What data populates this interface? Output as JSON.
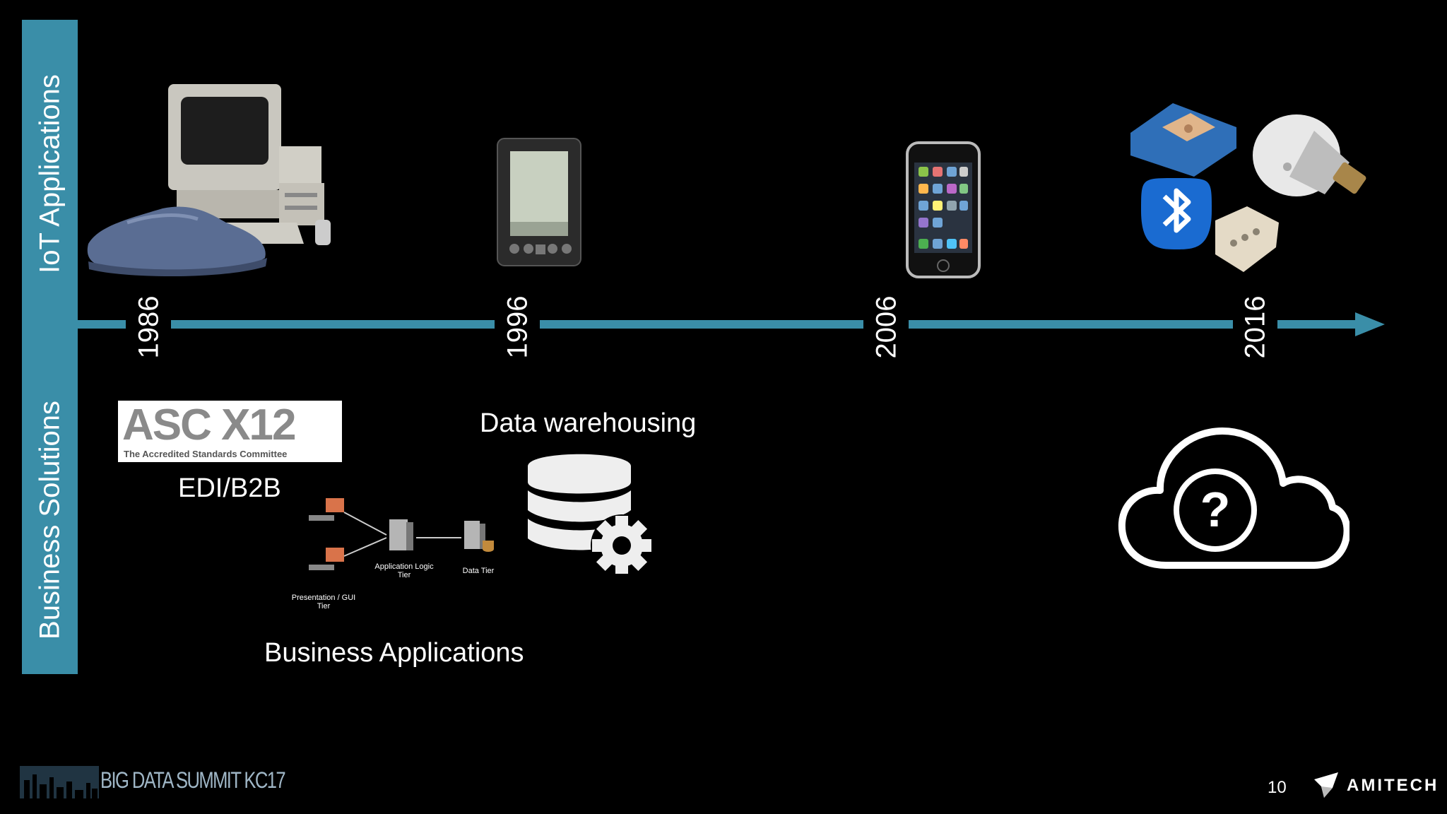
{
  "sidebar": {
    "top_label": "IoT Applications",
    "bottom_label": "Business Solutions",
    "color": "#3a8ea8"
  },
  "timeline": {
    "years": [
      "1986",
      "1996",
      "2006",
      "2016"
    ],
    "color": "#3a8ea8"
  },
  "iot_items": [
    {
      "icon": "vintage-computer-and-sneaker-image"
    },
    {
      "icon": "palm-pda-image"
    },
    {
      "icon": "iphone-image"
    },
    {
      "icon": "iot-devices-bluetooth-bulb-image"
    }
  ],
  "business": {
    "asc_logo_main": "ASC X12",
    "asc_logo_sub": "The Accredited Standards Committee",
    "edi_label": "EDI/B2B",
    "three_tier": {
      "presentation_label": "Presentation / GUI Tier",
      "logic_label": "Application Logic Tier",
      "data_label": "Data Tier"
    },
    "business_apps_label": "Business Applications",
    "warehousing_label": "Data warehousing",
    "cloud_icon": "cloud-question-icon",
    "database_icon": "database-gear-icon"
  },
  "footer": {
    "event_logo": "BIG DATA SUMMIT KC17",
    "page_number": "10",
    "brand": "AMITECH"
  }
}
